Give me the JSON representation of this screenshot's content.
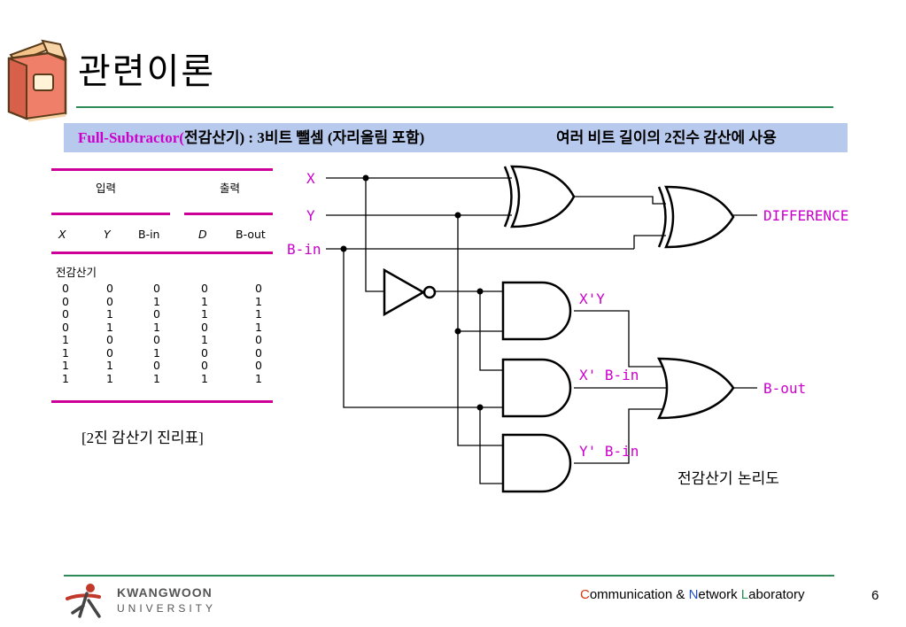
{
  "title": "관련이론",
  "banner": {
    "term": "Full-Subtractor(",
    "main": "전감산기) : 3비트 뺄셈 (자리올림 포함)",
    "note": "여러 비트 길이의 2진수 감산에 사용"
  },
  "truth_table": {
    "group_input": "입력",
    "group_output": "출력",
    "headers": [
      "X",
      "Y",
      "B-in",
      "D",
      "B-out"
    ],
    "section_label": "전감산기",
    "rows": [
      [
        "0",
        "0",
        "0",
        "0",
        "0"
      ],
      [
        "0",
        "0",
        "1",
        "1",
        "1"
      ],
      [
        "0",
        "1",
        "0",
        "1",
        "1"
      ],
      [
        "0",
        "1",
        "1",
        "0",
        "1"
      ],
      [
        "1",
        "0",
        "0",
        "1",
        "0"
      ],
      [
        "1",
        "0",
        "1",
        "0",
        "0"
      ],
      [
        "1",
        "1",
        "0",
        "0",
        "0"
      ],
      [
        "1",
        "1",
        "1",
        "1",
        "1"
      ]
    ],
    "caption": "[2진 감산기 진리표]"
  },
  "diagram": {
    "inputs": [
      "X",
      "Y",
      "B-in"
    ],
    "outputs": [
      "DIFFERENCE",
      "B-out"
    ],
    "wire_labels": [
      "X'Y",
      "X' B-in",
      "Y' B-in"
    ],
    "caption": "전감산기 논리도",
    "colors": {
      "label": "#cc00cc",
      "wire": "#000000"
    }
  },
  "footer": {
    "university_name": "KWANGWOON",
    "university_sub": "UNIVERSITY",
    "lab_name": [
      "C",
      "ommunication & ",
      "N",
      "etwork ",
      "L",
      "aboratory"
    ],
    "page_number": "6"
  }
}
